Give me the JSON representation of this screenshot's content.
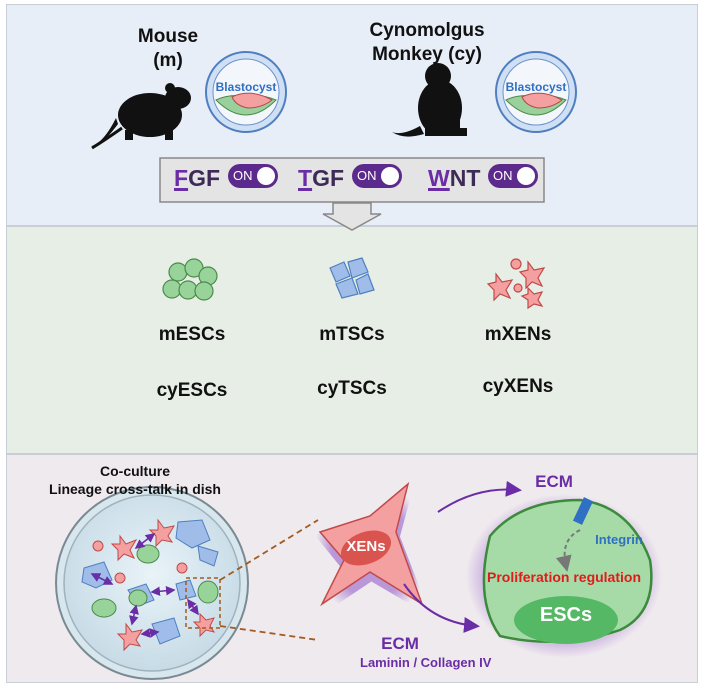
{
  "species": [
    {
      "name": "Mouse",
      "abbr": "(m)"
    },
    {
      "name": "Cynomolgus",
      "name2": "Monkey (cy)"
    }
  ],
  "blastocyst_label": "Blastocyst",
  "signals": [
    {
      "initial": "F",
      "rest": "GF",
      "state": "ON"
    },
    {
      "initial": "T",
      "rest": "GF",
      "state": "ON"
    },
    {
      "initial": "W",
      "rest": "NT",
      "state": "ON"
    }
  ],
  "cell_lines": {
    "row1": [
      "mESCs",
      "mTSCs",
      "mXENs"
    ],
    "row2": [
      "cyESCs",
      "cyTSCs",
      "cyXENs"
    ]
  },
  "coculture": {
    "title": "Co-culture",
    "subtitle": "Lineage cross-talk in dish"
  },
  "interaction": {
    "xen_label": "XENs",
    "esc_label": "ESCs",
    "ecm_top": "ECM",
    "integrin": "Integrin",
    "regulation": "Proliferation regulation",
    "ecm_bottom": "ECM",
    "ecm_components": "Laminin / Collagen IV"
  },
  "colors": {
    "esc_green": "#98d39a",
    "tsc_blue": "#9fbde8",
    "xen_red": "#f08c8c",
    "accent_purple": "#6a2da5",
    "regulation_red": "#e01b1b",
    "integrin_blue": "#2f6fc4"
  }
}
